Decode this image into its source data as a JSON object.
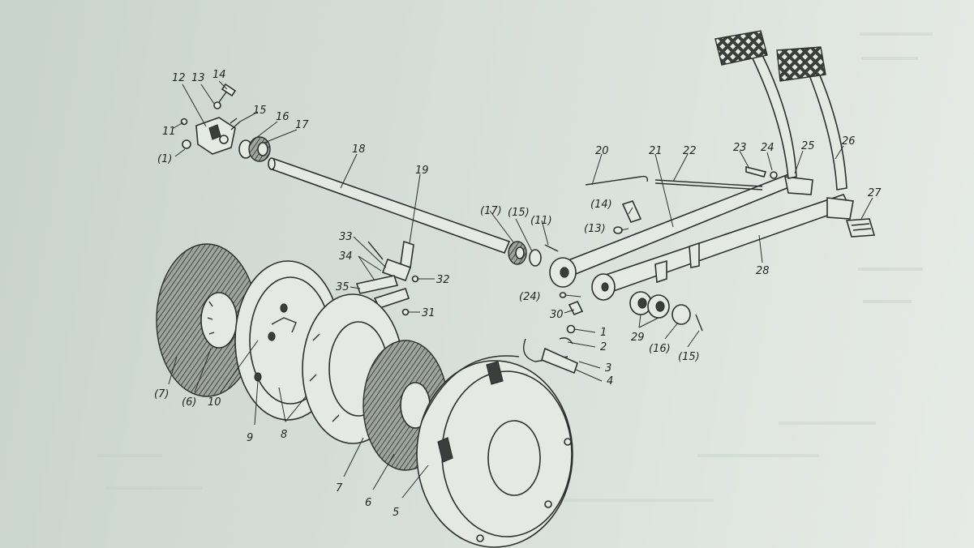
{
  "diagram": {
    "type": "exploded-parts-drawing",
    "callouts": [
      {
        "id": "c1",
        "text": "1"
      },
      {
        "id": "c2",
        "text": "2"
      },
      {
        "id": "c3",
        "text": "3"
      },
      {
        "id": "c4",
        "text": "4"
      },
      {
        "id": "c5",
        "text": "5"
      },
      {
        "id": "c6",
        "text": "6"
      },
      {
        "id": "c7",
        "text": "7"
      },
      {
        "id": "c8",
        "text": "8"
      },
      {
        "id": "c9",
        "text": "9"
      },
      {
        "id": "c10",
        "text": "10"
      },
      {
        "id": "c11",
        "text": "11"
      },
      {
        "id": "c12",
        "text": "12"
      },
      {
        "id": "c13",
        "text": "13"
      },
      {
        "id": "c14",
        "text": "14"
      },
      {
        "id": "c15",
        "text": "15"
      },
      {
        "id": "c16",
        "text": "16"
      },
      {
        "id": "c17",
        "text": "17"
      },
      {
        "id": "c18",
        "text": "18"
      },
      {
        "id": "c19",
        "text": "19"
      },
      {
        "id": "c20",
        "text": "20"
      },
      {
        "id": "c21",
        "text": "21"
      },
      {
        "id": "c22",
        "text": "22"
      },
      {
        "id": "c23",
        "text": "23"
      },
      {
        "id": "c24",
        "text": "24"
      },
      {
        "id": "c25",
        "text": "25"
      },
      {
        "id": "c26",
        "text": "26"
      },
      {
        "id": "c27",
        "text": "27"
      },
      {
        "id": "c28",
        "text": "28"
      },
      {
        "id": "c29",
        "text": "29"
      },
      {
        "id": "c30",
        "text": "30"
      },
      {
        "id": "c31",
        "text": "31"
      },
      {
        "id": "c32",
        "text": "32"
      },
      {
        "id": "c33",
        "text": "33"
      },
      {
        "id": "c34",
        "text": "34"
      },
      {
        "id": "c35",
        "text": "35"
      },
      {
        "id": "c1p",
        "text": "(1)"
      },
      {
        "id": "c6p",
        "text": "(6)"
      },
      {
        "id": "c7p",
        "text": "(7)"
      },
      {
        "id": "c11p",
        "text": "(11)"
      },
      {
        "id": "c13p",
        "text": "(13)"
      },
      {
        "id": "c14p",
        "text": "(14)"
      },
      {
        "id": "c15p_a",
        "text": "(15)"
      },
      {
        "id": "c15p_b",
        "text": "(15)"
      },
      {
        "id": "c16p",
        "text": "(16)"
      },
      {
        "id": "c17p",
        "text": "(17)"
      },
      {
        "id": "c24p",
        "text": "(24)"
      }
    ]
  }
}
